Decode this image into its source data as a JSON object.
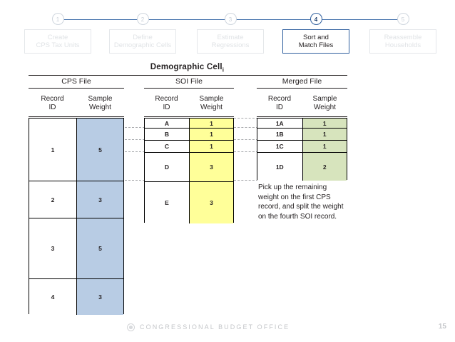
{
  "steps": {
    "items": [
      {
        "num": "1",
        "line1": "Create",
        "line2": "CPS Tax Units",
        "active": false
      },
      {
        "num": "2",
        "line1": "Define",
        "line2": "Demographic Cells",
        "active": false
      },
      {
        "num": "3",
        "line1": "Estimate",
        "line2": "Regressions",
        "active": false
      },
      {
        "num": "4",
        "line1": "Sort and",
        "line2": "Match Files",
        "active": true
      },
      {
        "num": "5",
        "line1": "Reassemble",
        "line2": "Households",
        "active": false
      }
    ],
    "active_index": 3,
    "accent_color": "#2f5f9e",
    "inactive_color": "#e0e3e6"
  },
  "section": {
    "title": "Demographic Cell",
    "title_subscript": "i"
  },
  "columns": {
    "record_id_line1": "Record",
    "record_id_line2": "ID",
    "sample_weight_line1": "Sample",
    "sample_weight_line2": "Weight"
  },
  "tables": {
    "cps": {
      "label": "CPS File",
      "fill_color": "#b8cce4",
      "rows": [
        {
          "id": "1",
          "weight": "5"
        },
        {
          "id": "2",
          "weight": "3"
        },
        {
          "id": "3",
          "weight": "5"
        },
        {
          "id": "4",
          "weight": "3"
        }
      ]
    },
    "soi": {
      "label": "SOI File",
      "fill_color": "#ffff99",
      "rows": [
        {
          "id": "A",
          "weight": "1"
        },
        {
          "id": "B",
          "weight": "1"
        },
        {
          "id": "C",
          "weight": "1"
        },
        {
          "id": "D",
          "weight": "3"
        },
        {
          "id": "E",
          "weight": "3"
        }
      ]
    },
    "merged": {
      "label": "Merged File",
      "fill_color": "#d7e4bd",
      "rows": [
        {
          "id": "1A",
          "weight": "1"
        },
        {
          "id": "1B",
          "weight": "1"
        },
        {
          "id": "1C",
          "weight": "1"
        },
        {
          "id": "1D",
          "weight": "2"
        }
      ]
    }
  },
  "annotation": {
    "text": "Pick up the remaining weight on the first CPS record, and split the weight on the fourth SOI record."
  },
  "footer": {
    "organization": "CONGRESSIONAL BUDGET OFFICE",
    "page_number": "15"
  }
}
